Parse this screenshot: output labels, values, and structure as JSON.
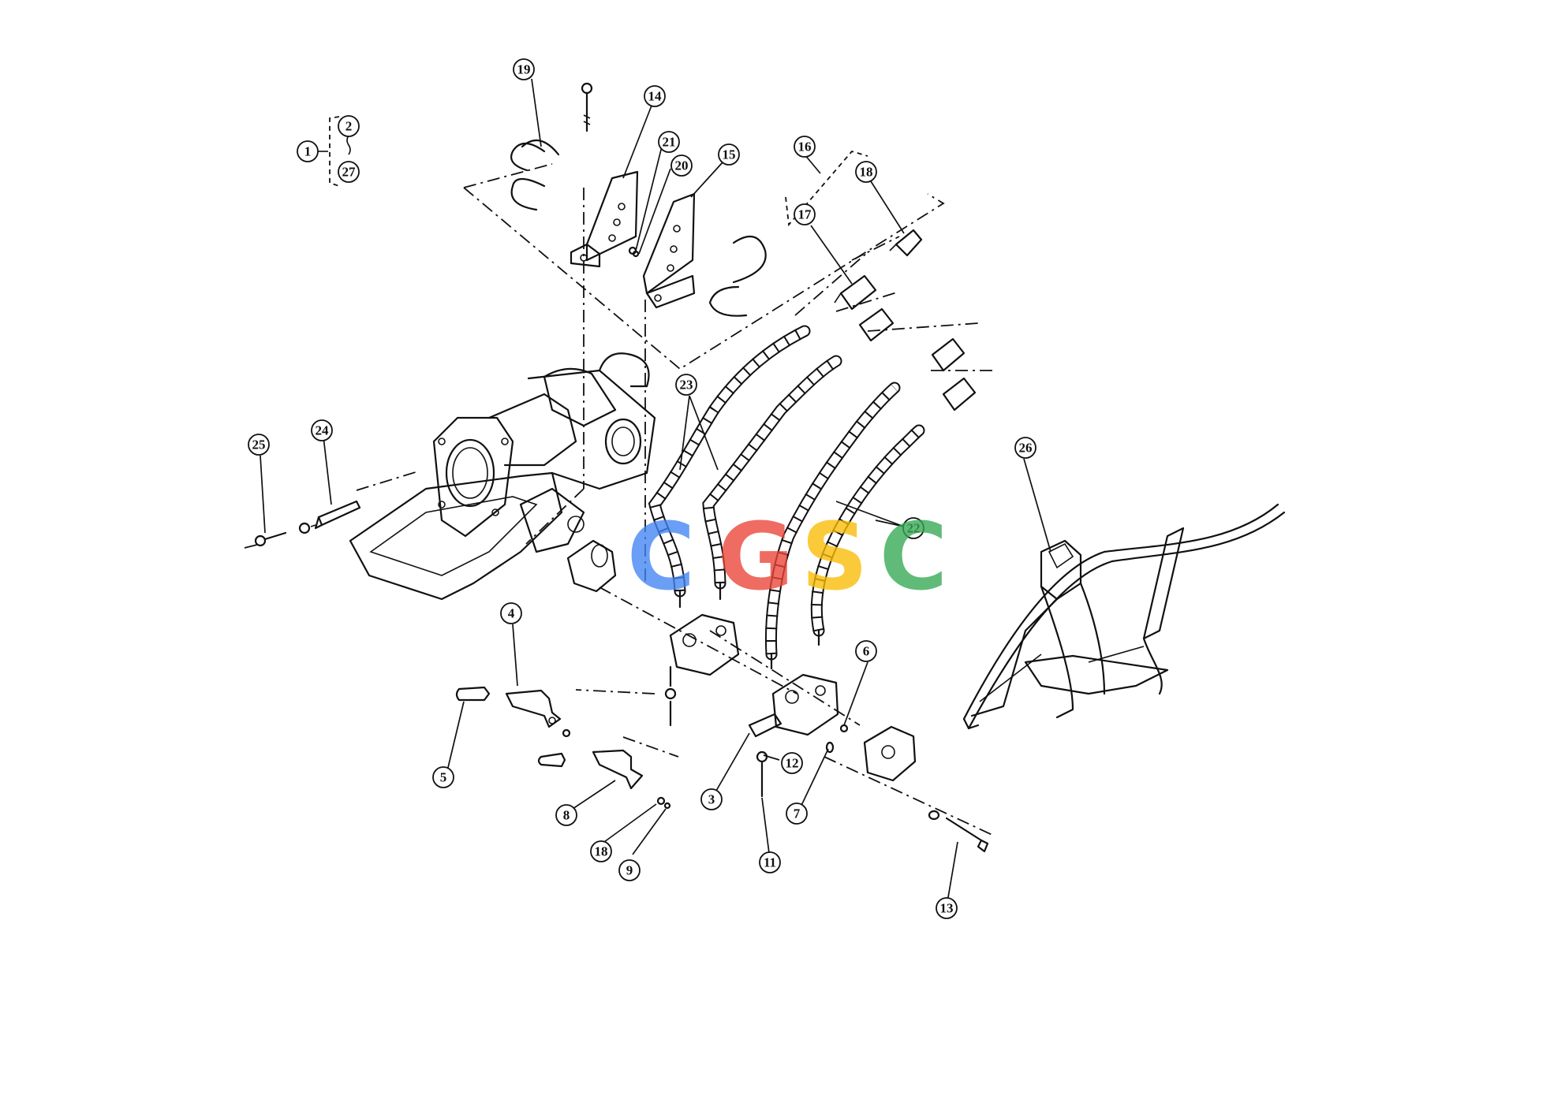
{
  "callouts": {
    "c1": "1",
    "c2": "2",
    "c3": "3",
    "c4": "4",
    "c5": "5",
    "c6": "6",
    "c7": "7",
    "c8": "8",
    "c9": "9",
    "c11": "11",
    "c12": "12",
    "c13": "13",
    "c14": "14",
    "c15": "15",
    "c16": "16",
    "c17": "17",
    "c18a": "18",
    "c18b": "18",
    "c19": "19",
    "c20": "20",
    "c21": "21",
    "c22": "22",
    "c23": "23",
    "c24": "24",
    "c25": "25",
    "c26": "26",
    "c27": "27"
  },
  "watermark": {
    "letters": [
      "C",
      "G",
      "S",
      "C"
    ],
    "colors": [
      "#4285F4",
      "#EA4335",
      "#FBBC05",
      "#34A853"
    ]
  }
}
